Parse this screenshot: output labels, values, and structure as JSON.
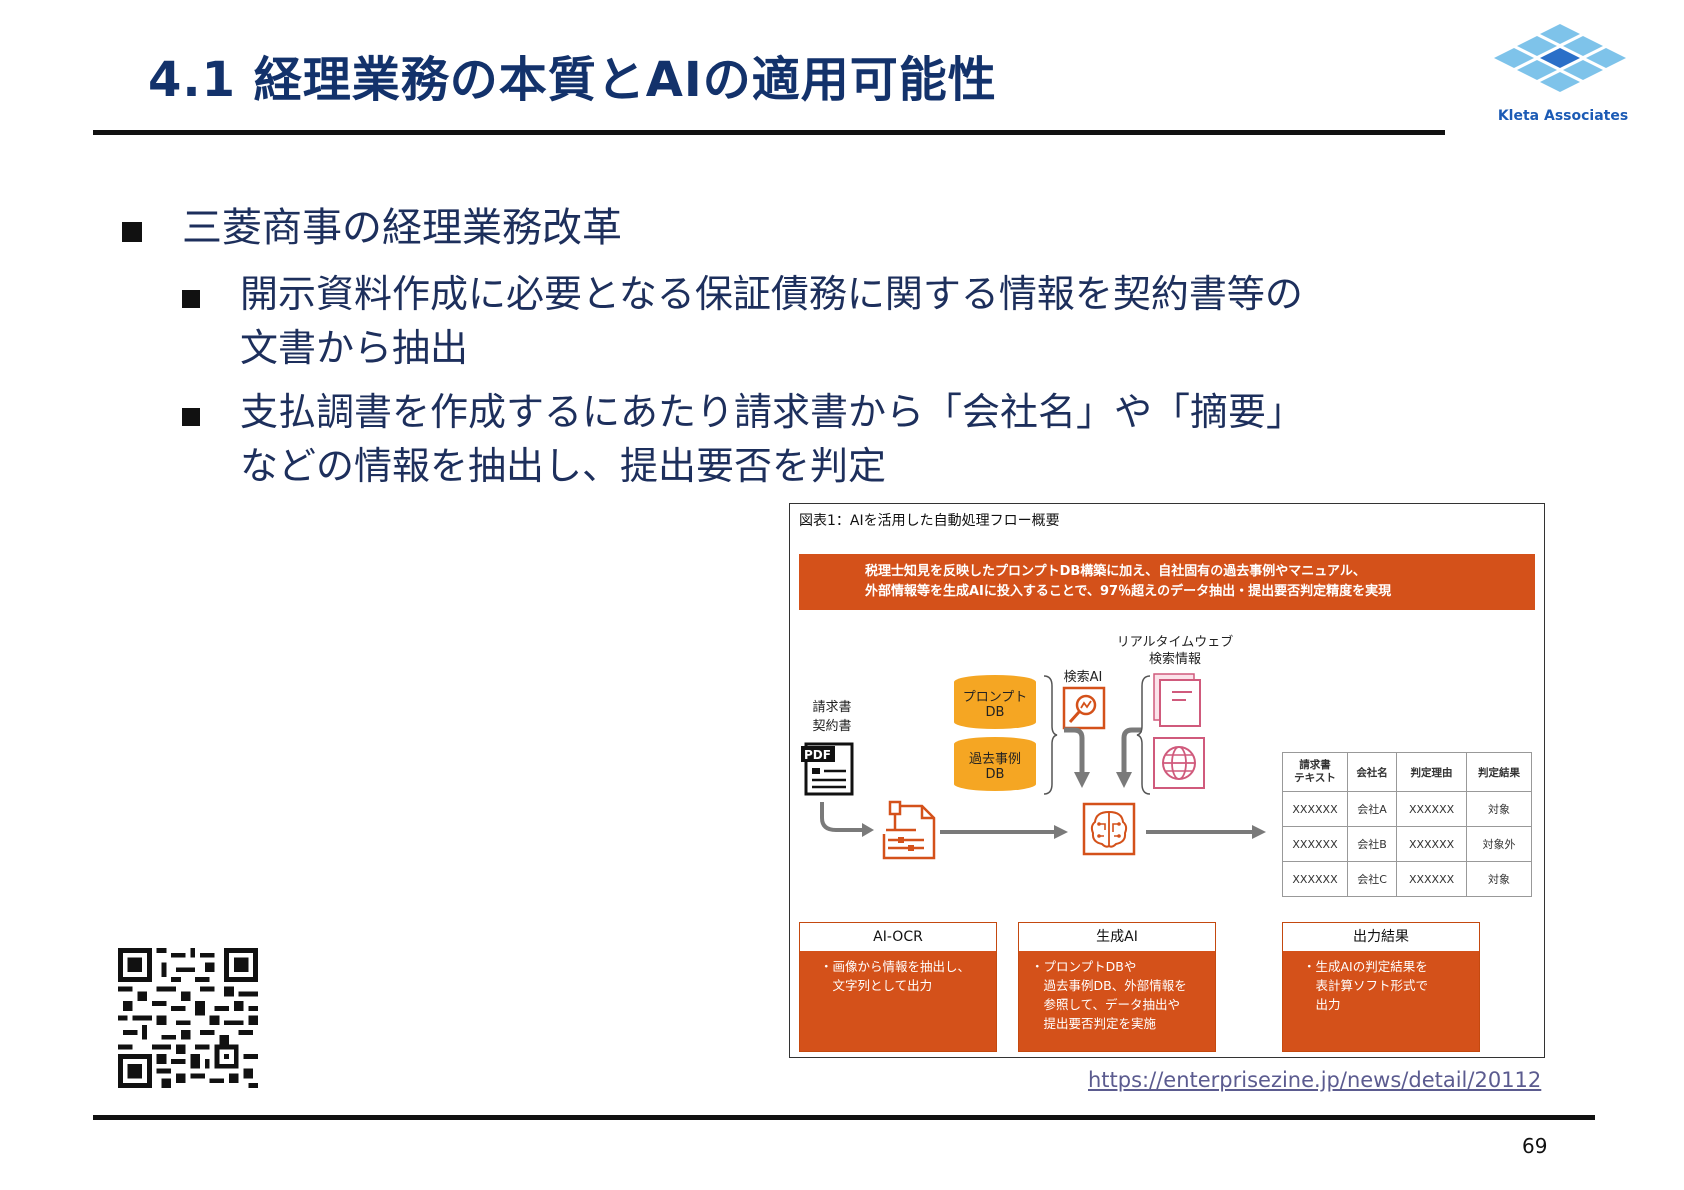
{
  "header": {
    "title": "4.1 経理業務の本質とAIの適用可能性",
    "logo_text": "Kleta Associates"
  },
  "content": {
    "main_bullet": "三菱商事の経理業務改革",
    "sub_bullets": [
      {
        "line1": "開示資料作成に必要となる保証債務に関する情報を契約書等の",
        "line2": "文書から抽出"
      },
      {
        "line1": "支払調書を作成するにあたり請求書から「会社名」や「摘要」",
        "line2": "などの情報を抽出し、提出要否を判定"
      }
    ]
  },
  "figure": {
    "caption": "図表1：AIを活用した自動処理フロー概要",
    "banner_line1": "税理士知見を反映したプロンプトDB構築に加え、自社固有の過去事例やマニュアル、",
    "banner_line2": "外部情報等を生成AIに投入することで、97％超えのデータ抽出・提出要否判定精度を実現",
    "input_label1": "請求書",
    "input_label2": "契約書",
    "pdf_label": "PDF",
    "db1_line1": "プロンプト",
    "db1_line2": "DB",
    "db2_line1": "過去事例",
    "db2_line2": "DB",
    "search_ai": "検索AI",
    "realtime_line1": "リアルタイムウェブ",
    "realtime_line2": "検索情報",
    "table": {
      "headers": [
        "請求書\nテキスト",
        "会社名",
        "判定理由",
        "判定結果"
      ],
      "rows": [
        [
          "XXXXXX",
          "会社A",
          "XXXXXX",
          "対象"
        ],
        [
          "XXXXXX",
          "会社B",
          "XXXXXX",
          "対象外"
        ],
        [
          "XXXXXX",
          "会社C",
          "XXXXXX",
          "対象"
        ]
      ]
    },
    "boxes": [
      {
        "title": "AI-OCR",
        "lines": [
          "・画像から情報を抽出し、",
          "　文字列として出力"
        ]
      },
      {
        "title": "生成AI",
        "lines": [
          "・プロンプトDBや",
          "　過去事例DB、外部情報を",
          "　参照して、データ抽出や",
          "　提出要否判定を実施"
        ]
      },
      {
        "title": "出力結果",
        "lines": [
          "・生成AIの判定結果を",
          "　表計算ソフト形式で",
          "　出力"
        ]
      }
    ]
  },
  "footer": {
    "url": "https://enterprisezine.jp/news/detail/20112",
    "page_number": "69"
  },
  "colors": {
    "title": "#13326b",
    "accent": "#d4511a",
    "logo": "#1c5bb5"
  }
}
